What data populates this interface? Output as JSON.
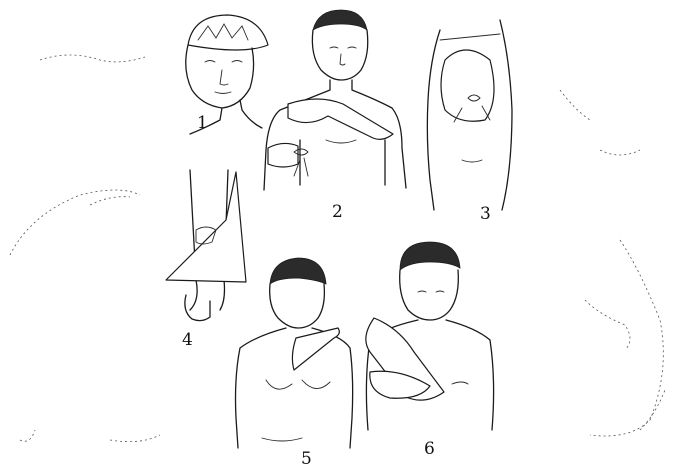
{
  "figure": {
    "panels": [
      {
        "number": "1",
        "subject": "head-bandage"
      },
      {
        "number": "2",
        "subject": "shoulder-bandage"
      },
      {
        "number": "3",
        "subject": "hip-bandage"
      },
      {
        "number": "4",
        "subject": "knee-bandage"
      },
      {
        "number": "5",
        "subject": "chest-bandage"
      },
      {
        "number": "6",
        "subject": "arm-sling"
      }
    ]
  }
}
